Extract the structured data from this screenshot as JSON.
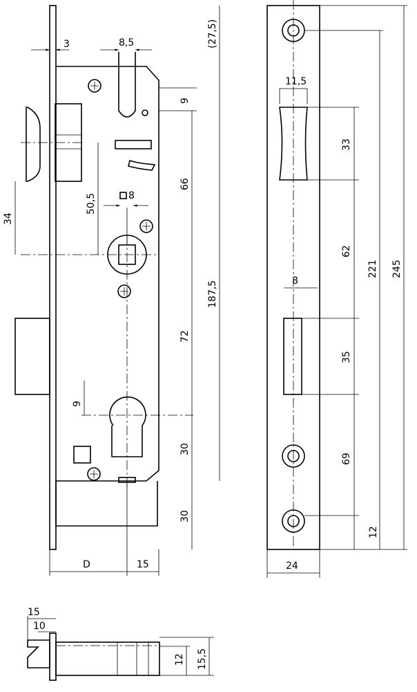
{
  "front_view": {
    "dim_3": "3",
    "dim_8_5": "8,5",
    "dim_27_5": "(27,5)",
    "dim_9_top": "9",
    "dim_66": "66",
    "dim_8_square": "8",
    "dim_50_5": "50,5",
    "dim_34": "34",
    "dim_187_5": "187,5",
    "dim_72": "72",
    "dim_9_cyl": "9",
    "dim_30_mid": "30",
    "dim_30_bot": "30",
    "dim_D": "D",
    "dim_15": "15"
  },
  "side_view": {
    "dim_11_5": "11,5",
    "dim_33": "33",
    "dim_62": "62",
    "dim_8": "8",
    "dim_35": "35",
    "dim_69": "69",
    "dim_12": "12",
    "dim_221": "221",
    "dim_245": "245",
    "dim_24": "24"
  },
  "bottom_view": {
    "dim_15": "15",
    "dim_10": "10",
    "dim_12": "12",
    "dim_15_5": "15,5"
  }
}
